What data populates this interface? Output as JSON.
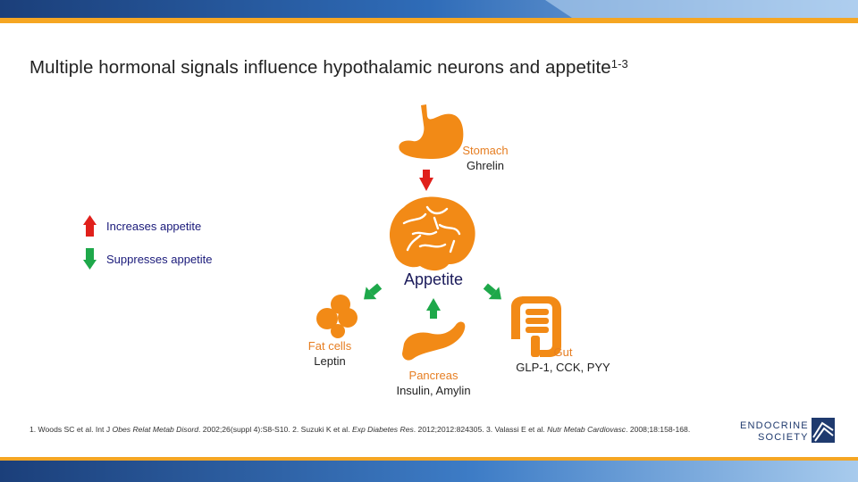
{
  "title": {
    "text": "Multiple hormonal signals influence hypothalamic neurons and appetite",
    "superscript": "1-3"
  },
  "center_label": "Appetite",
  "organs": {
    "stomach": {
      "name": "Stomach",
      "hormone": "Ghrelin",
      "effect": "increases"
    },
    "fat": {
      "name": "Fat cells",
      "hormone": "Leptin",
      "effect": "suppresses"
    },
    "pancreas": {
      "name": "Pancreas",
      "hormone": "Insulin, Amylin",
      "effect": "suppresses"
    },
    "gut": {
      "name": "Gut",
      "hormone": "GLP-1, CCK, PYY",
      "effect": "suppresses"
    }
  },
  "legend": [
    {
      "label": "Increases appetite",
      "color": "#e0201b",
      "icon": "arrow-up-icon"
    },
    {
      "label": "Suppresses appetite",
      "color": "#1ea84a",
      "icon": "arrow-down-icon"
    }
  ],
  "references": {
    "r1_plain": "1. Woods SC et al. Int J ",
    "r1_italic": "Obes Relat Metab Disord",
    "r1_rest": ". 2002;26(suppl 4):S8-S10.  2. Suzuki K et al. ",
    "r2_italic": "Exp Diabetes Res",
    "r2_rest": ". 2012;2012:824305.  3. Valassi E et al. ",
    "r3_italic": "Nutr Metab Cardiovasc",
    "r3_rest": ". 2008;18:158-168."
  },
  "logo": {
    "line1": "ENDOCRINE",
    "line2": "SOCIETY"
  },
  "colors": {
    "organ": "#f28a16",
    "increase": "#e0201b",
    "decrease": "#1ea84a",
    "brand_dark": "#1f3a6e",
    "brand_light": "#5b9bd5",
    "accent": "#f5a623"
  }
}
